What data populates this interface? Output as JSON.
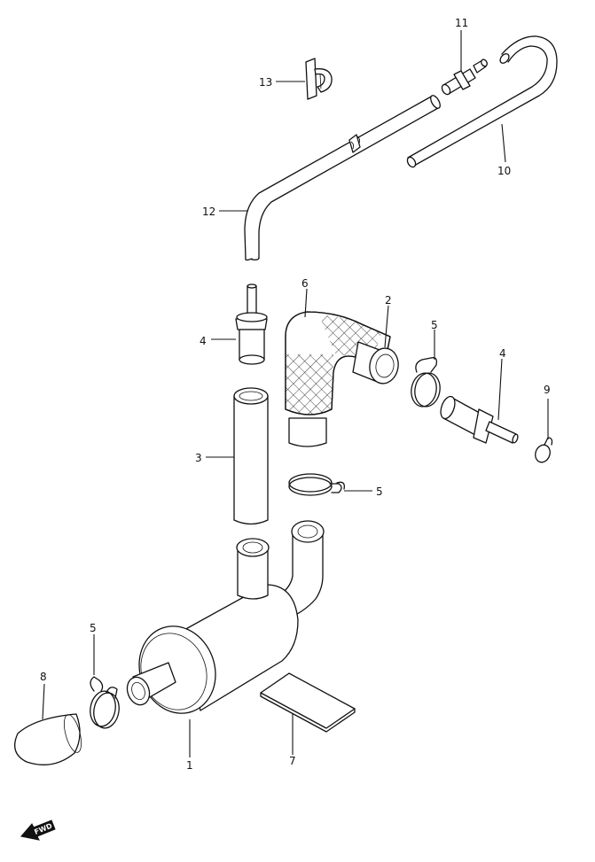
{
  "labels": {
    "n1": "1",
    "n2": "2",
    "n3": "3",
    "n4a": "4",
    "n4b": "4",
    "n5a": "5",
    "n5b": "5",
    "n5c": "5",
    "n6": "6",
    "n7": "7",
    "n8": "8",
    "n9": "9",
    "n10": "10",
    "n11": "11",
    "n12": "12",
    "n13": "13"
  },
  "fwd_mark": "FWD"
}
